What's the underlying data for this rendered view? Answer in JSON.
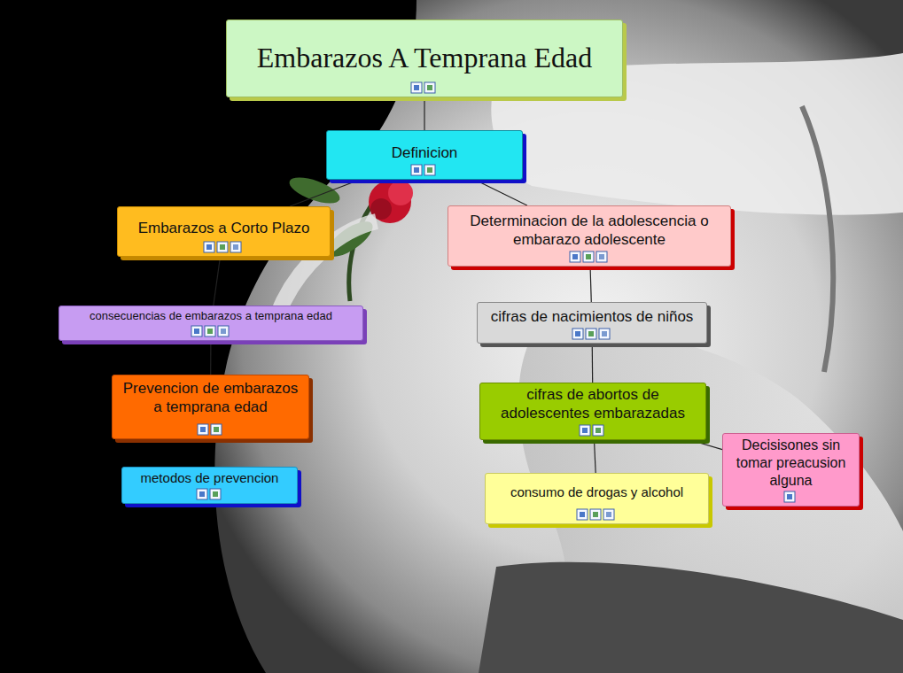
{
  "diagram": {
    "nodes": [
      {
        "text": [
          "Embarazos A Temprana Edad"
        ]
      },
      {
        "text": [
          "Definicion"
        ]
      },
      {
        "text": [
          "Embarazos a Corto Plazo"
        ]
      },
      {
        "text": [
          "Determinacion de la adolescencia o embarazo adolescente"
        ]
      },
      {
        "text": [
          "consecuencias de embarazos a temprana edad"
        ]
      },
      {
        "text": [
          "cifras de nacimientos de niños"
        ]
      },
      {
        "text": [
          "Prevencion de embarazos a temprana edad"
        ]
      },
      {
        "text": [
          "cifras de abortos de adolescentes embarazadas"
        ]
      },
      {
        "text": [
          "Decisisones sin tomar preacusion alguna"
        ]
      },
      {
        "text": [
          "metodos de prevencion"
        ]
      },
      {
        "text": [
          "consumo de drogas y alcohol"
        ]
      }
    ],
    "edges": [
      {
        "from": 0,
        "to": 1,
        "arrow": "none"
      },
      {
        "from": 1,
        "to": 2,
        "arrow": "none"
      },
      {
        "from": 1,
        "to": 3,
        "arrow": "none"
      },
      {
        "from": 2,
        "to": 4,
        "arrow": "none"
      },
      {
        "from": 4,
        "to": 6,
        "arrow": "none"
      },
      {
        "from": 3,
        "to": 5,
        "arrow": "none"
      },
      {
        "from": 5,
        "to": 7,
        "arrow": "none"
      },
      {
        "from": 7,
        "to": 10,
        "arrow": "none"
      },
      {
        "from": 7,
        "to": 8,
        "arrow": "none"
      }
    ]
  }
}
